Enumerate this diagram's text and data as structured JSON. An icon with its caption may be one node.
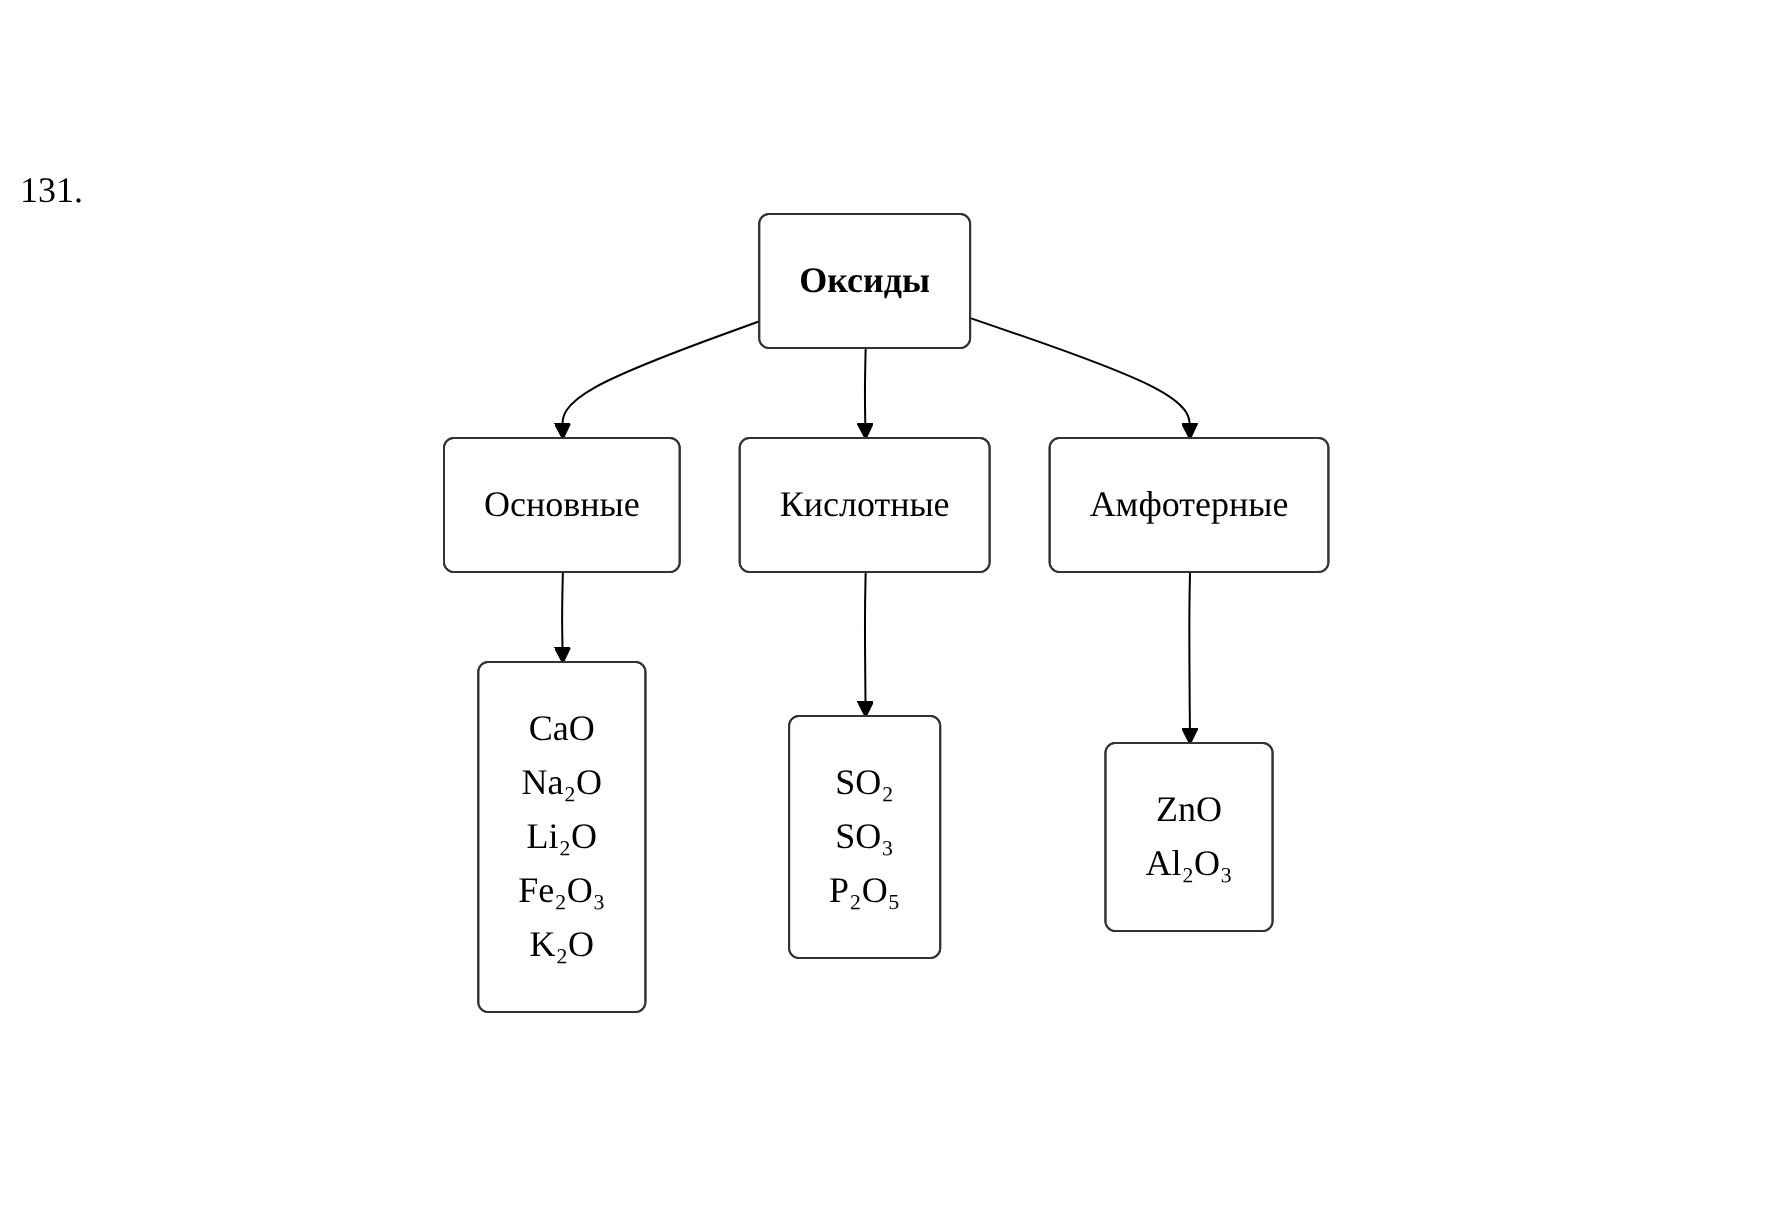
{
  "diagram": {
    "nodes": [
      {
        "text": [
          "Оксиды"
        ]
      },
      {
        "text": [
          "Основные"
        ]
      },
      {
        "text": [
          "Кислотные"
        ]
      },
      {
        "text": [
          "Амфотерные"
        ]
      },
      {
        "text": [
          "CaO",
          "Na₂O",
          "Li₂O",
          "Fe₂O₃",
          "K₂O"
        ]
      },
      {
        "text": [
          "SO₂",
          "SO₃",
          "P₂O₅"
        ]
      },
      {
        "text": [
          "ZnO",
          "Al₂O₃"
        ]
      }
    ],
    "edges": [
      {
        "from": 0,
        "to": 1,
        "arrow": "to"
      },
      {
        "from": 0,
        "to": 2,
        "arrow": "to"
      },
      {
        "from": 0,
        "to": 3,
        "arrow": "to"
      },
      {
        "from": 1,
        "to": 4,
        "arrow": "to"
      },
      {
        "from": 2,
        "to": 5,
        "arrow": "to"
      },
      {
        "from": 3,
        "to": 6,
        "arrow": "to"
      }
    ],
    "labels": [
      "131."
    ]
  }
}
